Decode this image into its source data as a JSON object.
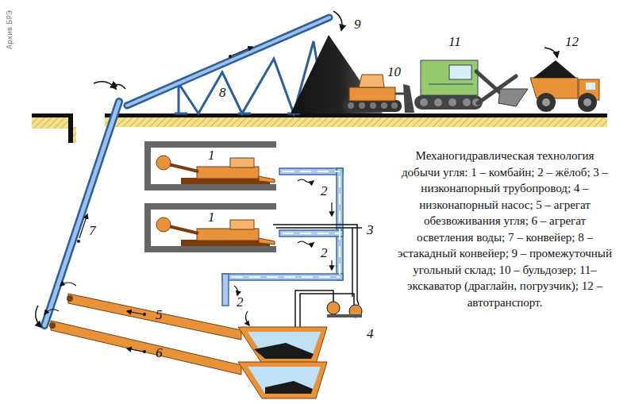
{
  "diagram": {
    "caption": "Механогидравлическая технология добычи угля: 1 – комбайн; 2 – жёлоб; 3 – низконапорный трубопровод; 4 – низконапорный насос; 5 – агрегат обезвоживания угля; 6 – агрегат осветления воды; 7 – конвейер; 8 – эстакадный конвейер; 9 – промежуточный угольный склад; 10 – бульдозер; 11– экскаватор (драглайн, погрузчик); 12 – автотранспорт.",
    "labels": [
      "Архив БРЭ",
      "9",
      "8",
      "11",
      "12",
      "10",
      "1",
      "2",
      "3",
      "1",
      "2",
      "7",
      "2",
      "4",
      "5",
      "6"
    ]
  }
}
